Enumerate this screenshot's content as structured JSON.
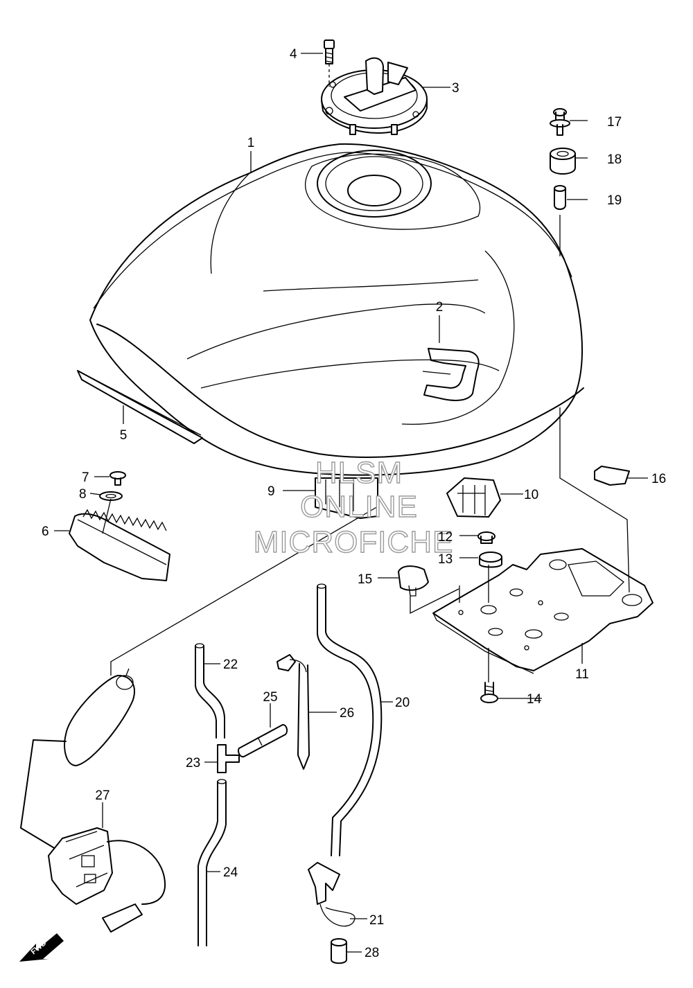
{
  "diagram": {
    "callouts": [
      "1",
      "2",
      "3",
      "4",
      "5",
      "6",
      "7",
      "8",
      "9",
      "10",
      "11",
      "12",
      "13",
      "14",
      "15",
      "16",
      "17",
      "18",
      "19",
      "20",
      "21",
      "22",
      "23",
      "24",
      "25",
      "26",
      "27",
      "28"
    ],
    "watermark": {
      "line1": "HLSM",
      "line2": "ONLINE",
      "line3": "MICROFICHE"
    },
    "direction_badge": "FWD",
    "colors": {
      "ink": "#000000",
      "paper": "#ffffff",
      "watermark_outline": "#9a9a9a"
    }
  }
}
